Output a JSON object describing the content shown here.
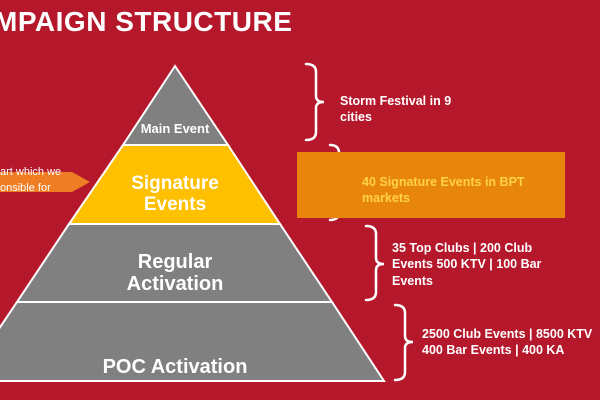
{
  "title": "MPAIGN STRUCTURE",
  "colors": {
    "background": "#b5172b",
    "pyramid_gray": "#808080",
    "pyramid_highlight": "#ffc000",
    "highlight_box": "#e8860c",
    "highlight_text": "#ffd24a",
    "callout_arrow": "#ef7d24"
  },
  "tiers": [
    {
      "label": "Main Event",
      "description": "Storm Festival in 9 cities"
    },
    {
      "label": "Signature Events",
      "description": "40 Signature Events in BPT markets"
    },
    {
      "label": "Regular Activation",
      "description": "35 Top Clubs | 200 Club Events  500 KTV | 100 Bar Events"
    },
    {
      "label": "POC Activation",
      "description": "2500 Club Events | 8500 KTV\n400 Bar Events | 400 KA"
    }
  ],
  "callout": {
    "line1": "art which we",
    "line2": "onsible for"
  }
}
